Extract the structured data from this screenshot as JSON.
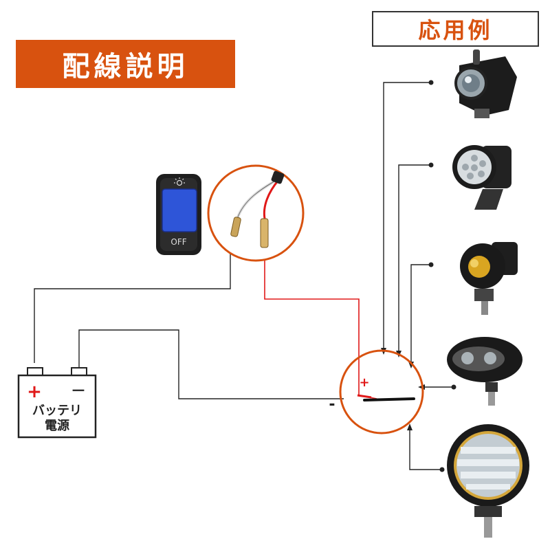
{
  "title": "配線説明",
  "application_heading": "応用例",
  "switch": {
    "label": "OFF"
  },
  "battery": {
    "plus_symbol": "+",
    "minus_symbol": "－",
    "label_line1": "バッテリ",
    "label_line2": "電源"
  },
  "junction": {
    "plus_symbol": "+",
    "minus_symbol": "-"
  },
  "colors": {
    "accent": "#d8520f",
    "positive_wire": "#e01818",
    "wire": "#222222"
  },
  "lights": [
    {
      "name": "projector-light"
    },
    {
      "name": "round-led-spotlight"
    },
    {
      "name": "yellow-fog-light"
    },
    {
      "name": "oval-led-light"
    },
    {
      "name": "round-led-work-light"
    }
  ]
}
